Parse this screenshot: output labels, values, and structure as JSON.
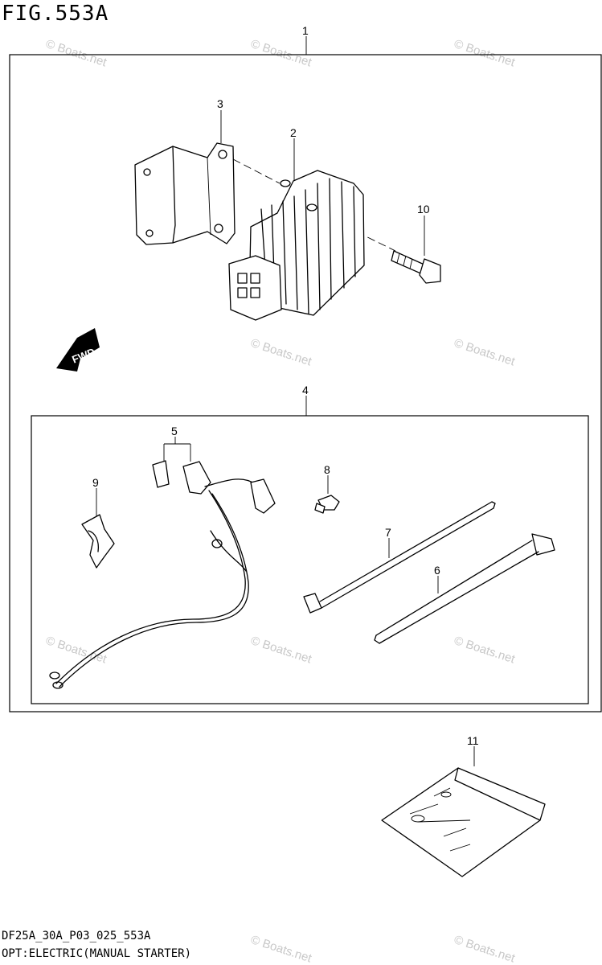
{
  "figure_title": "FIG.553A",
  "footer": {
    "code": "DF25A_30A_P03_025_553A",
    "caption": "OPT:ELECTRIC(MANUAL STARTER)"
  },
  "watermark": "© Boats.net",
  "fwd_label": "FWD",
  "callouts": {
    "c1": "1",
    "c2": "2",
    "c3": "3",
    "c4": "4",
    "c5": "5",
    "c6": "6",
    "c7": "7",
    "c8": "8",
    "c9": "9",
    "c10": "10",
    "c11": "11"
  }
}
